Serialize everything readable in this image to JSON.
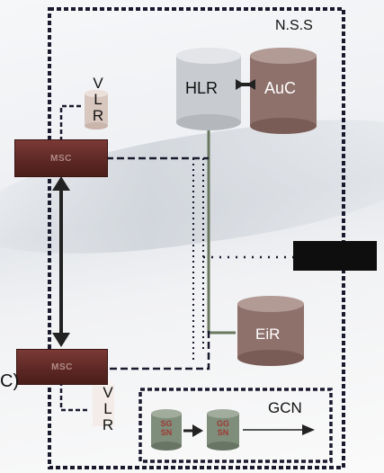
{
  "labels": {
    "nss": "N.S.S",
    "hlr": "HLR",
    "auc": "AuC",
    "eir": "EiR",
    "gcn": "GCN",
    "msc_top": "MSC",
    "msc_bottom": "MSC",
    "vlr_top": [
      "V",
      "L",
      "R"
    ],
    "vlr_bottom": [
      "V",
      "L",
      "R"
    ],
    "sgsn": [
      "SG",
      "SN"
    ],
    "ggsn": [
      "GG",
      "SN"
    ],
    "left_fragment": "C)"
  },
  "colors": {
    "hlr_body": "#c9ccd1",
    "auc_body": "#8e6f6b",
    "eir_body": "#8e6f6b",
    "msc_fill": "#5c2723",
    "dashed_border": "#1a1a2e",
    "node_fill": "#7d8a7a"
  }
}
